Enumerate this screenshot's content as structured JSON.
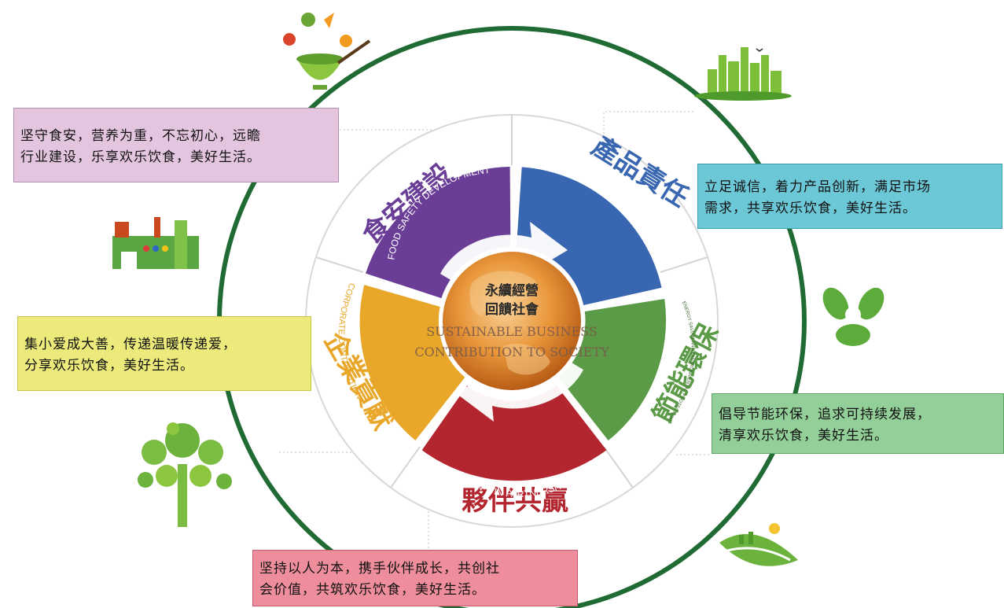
{
  "center": {
    "title_line1": "永續經營",
    "title_line2": "回饋社會",
    "en_line1": "SUSTAINABLE BUSINESS",
    "en_line2": "CONTRIBUTION TO SOCIETY"
  },
  "segments": [
    {
      "id": "food",
      "title": "食安建設",
      "subtitle": "FOOD SAFETY DEVELOPMENT",
      "color": "#6a3e96"
    },
    {
      "id": "product",
      "title": "產品責任",
      "subtitle": "PRODUCT RESPONS IBILITIES",
      "color": "#3966b0"
    },
    {
      "id": "energy",
      "title": "節能環保",
      "subtitle": "ENERGY SAVING AND ENVIRONMENTAL PROTECTION",
      "color": "#5b9a46"
    },
    {
      "id": "partner",
      "title": "夥伴共贏",
      "subtitle": "WIN-WIN PARTNERSHIPS",
      "color": "#b3262f"
    },
    {
      "id": "corp",
      "title": "企業貢獻",
      "subtitle": "CORPORATE CONTRIBUTION",
      "color": "#e8a729"
    }
  ],
  "boxes": {
    "food": {
      "line1": "坚守食安，营养为重，不忘初心，远瞻",
      "line2": "行业建设，乐享欢乐饮食，美好生活。"
    },
    "product": {
      "line1": "立足诚信，着力产品创新，满足市场",
      "line2": "需求，共享欢乐饮食，美好生活。"
    },
    "corp": {
      "line1": "集小爱成大善，传递温暖传递爱，",
      "line2": "分享欢乐饮食，美好生活。"
    },
    "energy": {
      "line1": "倡导节能环保，追求可持续发展，",
      "line2": "清享欢乐饮食，美好生活。"
    },
    "partner": {
      "line1": "坚持以人为本，携手伙伴成长，共创社",
      "line2": "会价值，共筑欢乐饮食，美好生活。"
    }
  },
  "icons": [
    "salad-bowl-icon",
    "city-skyline-icon",
    "factory-icon",
    "recycle-icon",
    "tree-icon",
    "leaf-landscape-icon"
  ]
}
